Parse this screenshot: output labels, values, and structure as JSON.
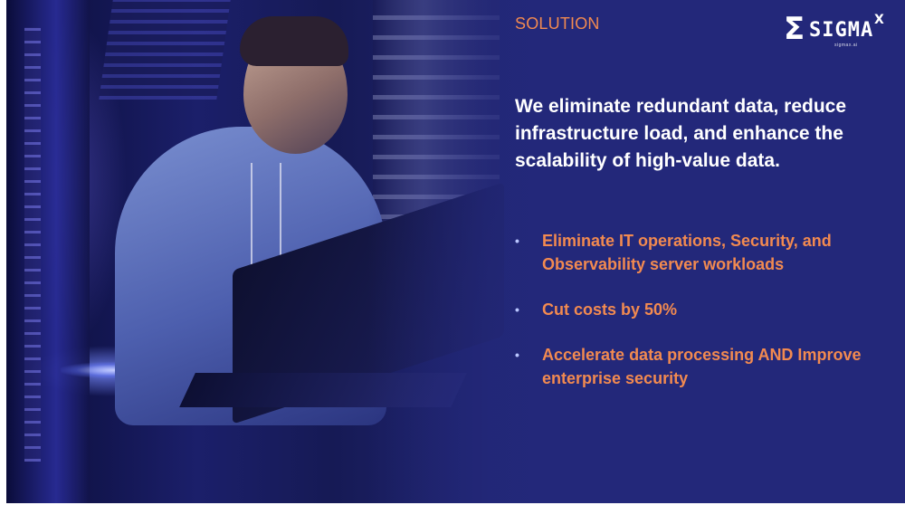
{
  "slide": {
    "section_label": "SOLUTION",
    "logo": {
      "symbol": "Σ",
      "wordmark": "SIGMA",
      "superscript": "X",
      "subtext": "sigmax.ai"
    },
    "headline": "We eliminate redundant data, reduce infrastructure load, and enhance the scalability of high-value data.",
    "bullets": [
      {
        "marker": "•",
        "text": "Eliminate IT operations, Security, and Observability server workloads"
      },
      {
        "marker": "•",
        "text": "Cut costs by 50%"
      },
      {
        "marker": "•",
        "text": "Accelerate data processing AND Improve enterprise security"
      }
    ],
    "colors": {
      "background": "#23287a",
      "accent": "#f28a50",
      "text": "#ffffff"
    }
  }
}
